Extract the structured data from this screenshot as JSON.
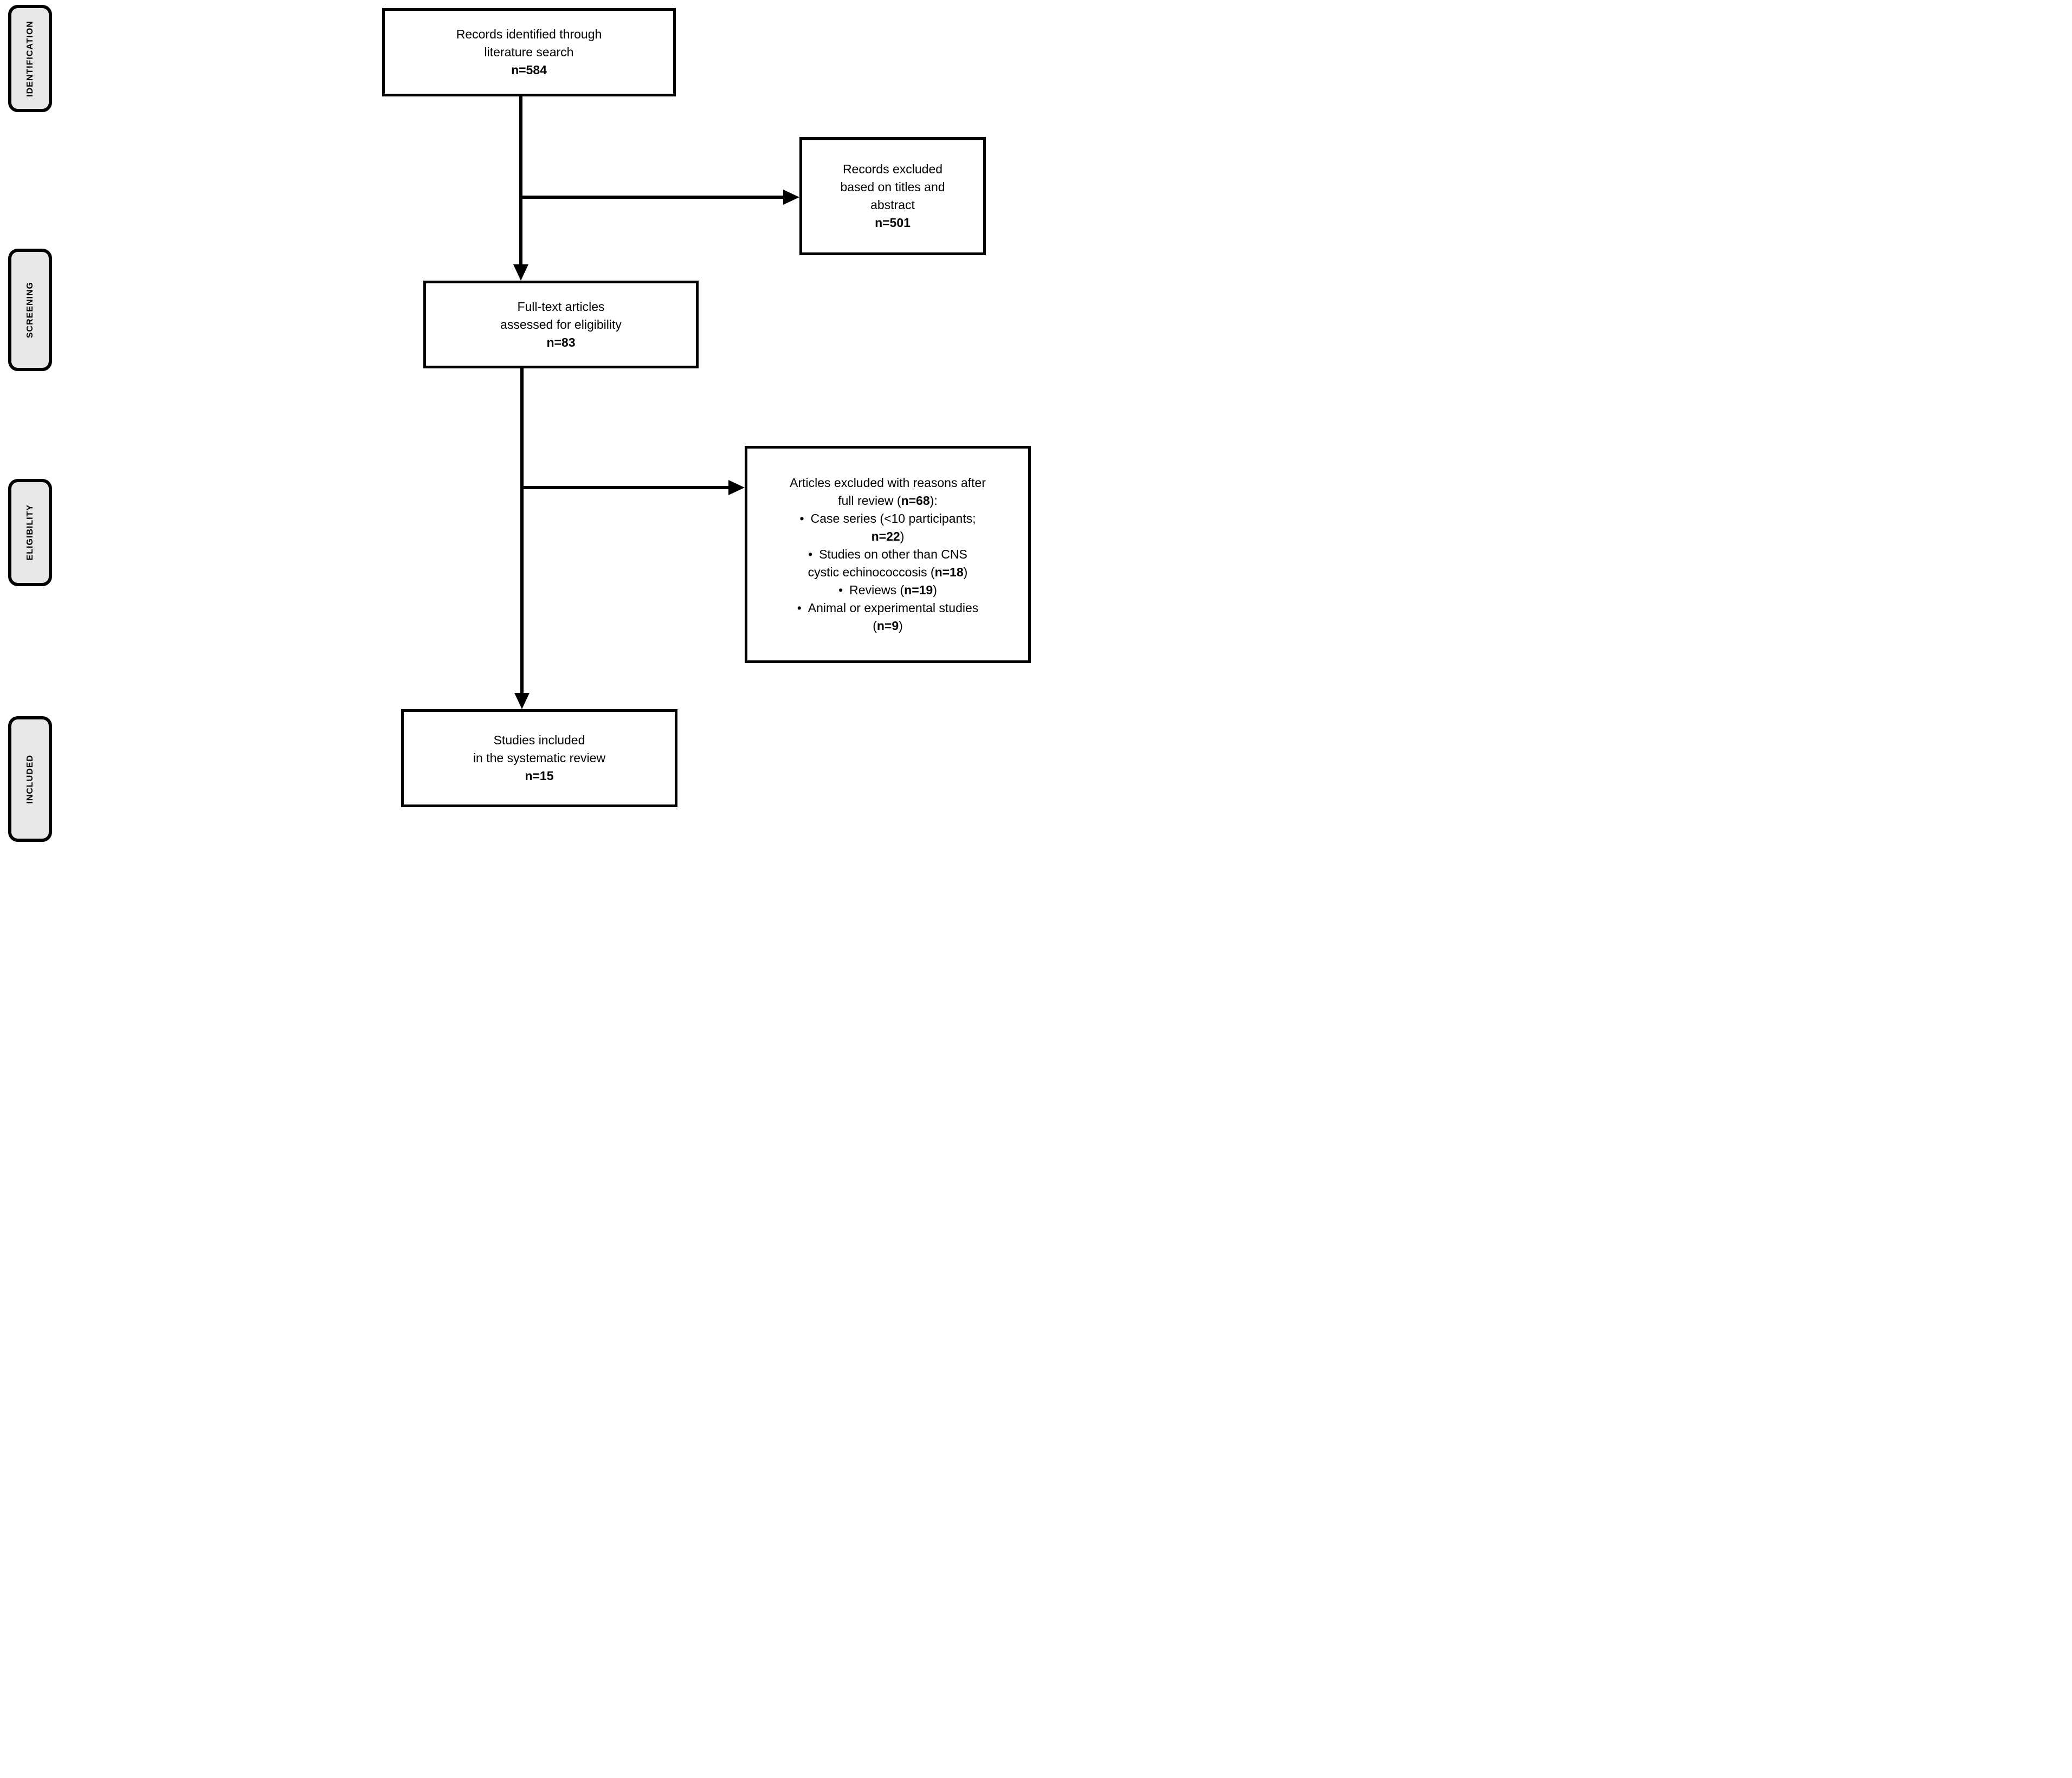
{
  "diagram": {
    "type": "prisma-flow",
    "style": {
      "stage_label_fill": "#e8e8e8",
      "border_color": "#000000",
      "background": "#ffffff"
    },
    "sidebar": {
      "labels": [
        "IDENTIFICATION",
        "SCREENING",
        "ELIGIBILITY",
        "INCLUDED"
      ]
    },
    "boxes": {
      "identified": {
        "line1": "Records identified through",
        "line2": "literature search",
        "count": "n=584"
      },
      "excluded_titles": {
        "line1": "Records excluded",
        "line2": "based on titles and",
        "line3": "abstract",
        "count": "n=501"
      },
      "fulltext": {
        "line1": "Full-text articles",
        "line2": "assessed for eligibility",
        "count": "n=83"
      },
      "excluded_full": {
        "bullet_glyph": "•",
        "lines": [
          {
            "pre": "Articles excluded with reasons after",
            "bold": "",
            "post": ""
          },
          {
            "pre": "full review (",
            "bold": "n=68",
            "post": "):"
          },
          {
            "pre": "Case series (<10 participants;",
            "bold": "",
            "post": ""
          },
          {
            "pre": "",
            "bold": "n=22",
            "post": ")"
          },
          {
            "pre": "Studies on other than CNS",
            "bold": "",
            "post": ""
          },
          {
            "pre": "cystic echinococcosis (",
            "bold": "n=18",
            "post": ")"
          },
          {
            "pre": "Reviews (",
            "bold": "n=19",
            "post": ")"
          },
          {
            "pre": "Animal or experimental studies",
            "bold": "",
            "post": ""
          },
          {
            "pre": "(",
            "bold": "n=9",
            "post": ")"
          }
        ]
      },
      "included": {
        "line1": "Studies included",
        "line2": "in the systematic review",
        "count": "n=15"
      }
    }
  }
}
